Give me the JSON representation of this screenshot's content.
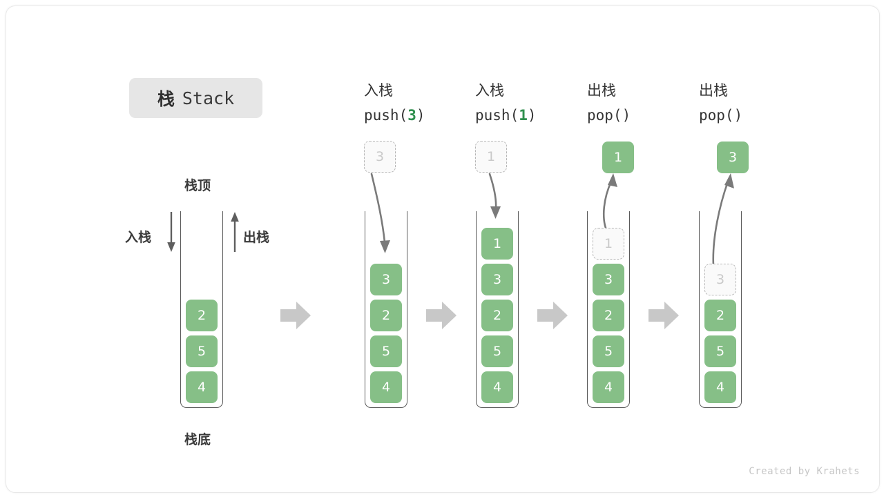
{
  "title": {
    "cn": "栈",
    "en": "Stack"
  },
  "labels": {
    "top": "栈顶",
    "bottom": "栈底",
    "push_side": "入栈",
    "pop_side": "出栈"
  },
  "watermark": "Created by Krahets",
  "colors": {
    "cell_green": "#86bf87",
    "code_accent": "#2f8f4e",
    "ghost_border": "#b5b5b5",
    "ghost_text": "#c9c9c9",
    "tube_stroke": "#5a5a5a",
    "arrow_gray": "#7a7a7a",
    "block_arrow": "#c8c8c8",
    "badge_bg": "#e6e6e6"
  },
  "stages": [
    {
      "id": "initial",
      "head_cn": "",
      "head_code_prefix": "",
      "head_code_num": "",
      "head_code_suffix": "",
      "cells": [
        "2",
        "5",
        "4"
      ],
      "ghost_in_tube": null,
      "floating": null,
      "floating_label": ""
    },
    {
      "id": "push-3",
      "head_cn": "入栈",
      "head_code_prefix": "push(",
      "head_code_num": "3",
      "head_code_suffix": ")",
      "cells": [
        "3",
        "2",
        "5",
        "4"
      ],
      "ghost_in_tube": null,
      "floating": "3",
      "floating_label": "ghost-above"
    },
    {
      "id": "push-1",
      "head_cn": "入栈",
      "head_code_prefix": "push(",
      "head_code_num": "1",
      "head_code_suffix": ")",
      "cells": [
        "1",
        "3",
        "2",
        "5",
        "4"
      ],
      "ghost_in_tube": null,
      "floating": "1",
      "floating_label": "ghost-above"
    },
    {
      "id": "pop-1",
      "head_cn": "出栈",
      "head_code_prefix": "pop(",
      "head_code_num": "",
      "head_code_suffix": ")",
      "cells": [
        "3",
        "2",
        "5",
        "4"
      ],
      "ghost_in_tube": "1",
      "floating": "1",
      "floating_label": "solid-above"
    },
    {
      "id": "pop-3",
      "head_cn": "出栈",
      "head_code_prefix": "pop(",
      "head_code_num": "",
      "head_code_suffix": ")",
      "cells": [
        "2",
        "5",
        "4"
      ],
      "ghost_in_tube": "3",
      "floating": "3",
      "floating_label": "solid-above"
    }
  ]
}
